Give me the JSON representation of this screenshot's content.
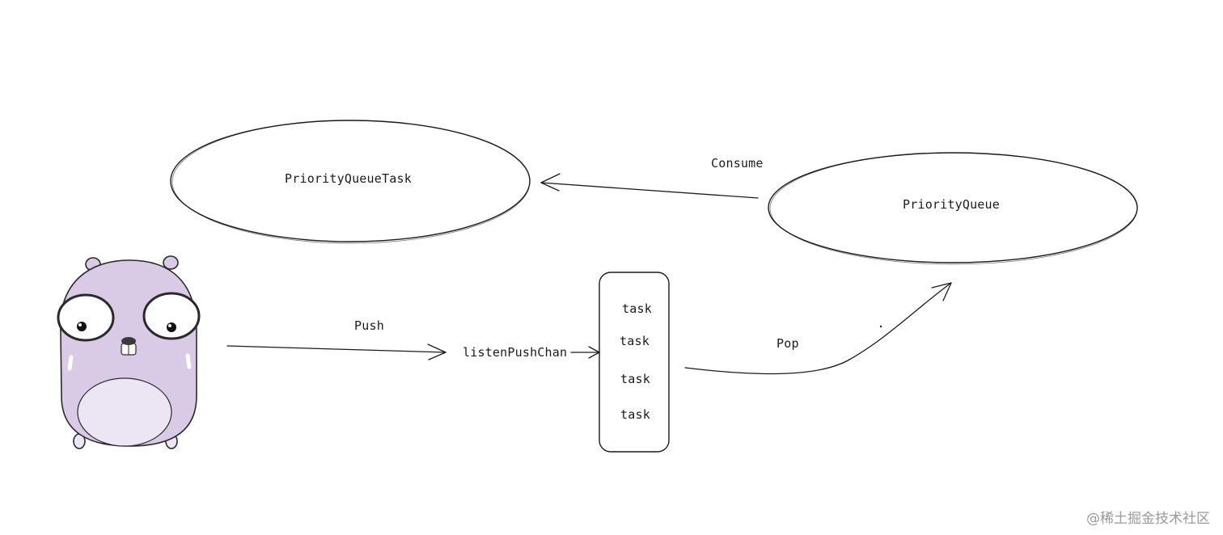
{
  "diagram": {
    "nodes": {
      "priority_queue_task": "PriorityQueueTask",
      "priority_queue": "PriorityQueue",
      "listen_push_chan": "listenPushChan"
    },
    "edges": {
      "push": "Push",
      "consume": "Consume",
      "pop": "Pop"
    },
    "queue_items": [
      "task",
      "task",
      "task",
      "task"
    ]
  },
  "watermark": "@稀土掘金技术社区",
  "colors": {
    "stroke": "#1b1b1b",
    "gopher_body": "#d9cbe6",
    "gopher_belly": "#ece6f4",
    "gopher_outline": "#2a2a2a"
  }
}
